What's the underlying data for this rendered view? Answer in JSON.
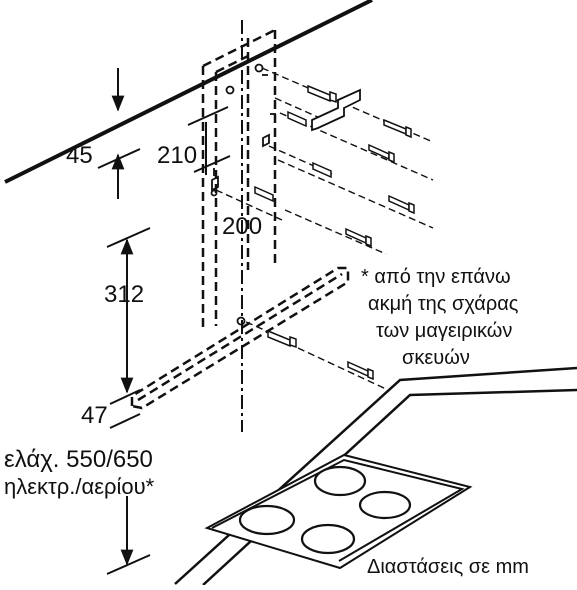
{
  "dimensions": {
    "d45": "45",
    "d210": "210",
    "d200": "200",
    "d312": "312",
    "d47": "47"
  },
  "note_lines": [
    "* από την επάνω",
    "ακμή της σχάρας",
    "των μαγειρικών",
    "σκευών"
  ],
  "min_label": "ελάχ. 550/650",
  "type_label": "ηλεκτρ./αερίου*",
  "units_caption": "Διαστάσεις σε mm",
  "colors": {
    "ink": "#111111",
    "background": "#ffffff"
  },
  "icons": [
    "wall-plug-icon",
    "screw-icon",
    "bracket-icon",
    "cooktop-burner-icon"
  ]
}
